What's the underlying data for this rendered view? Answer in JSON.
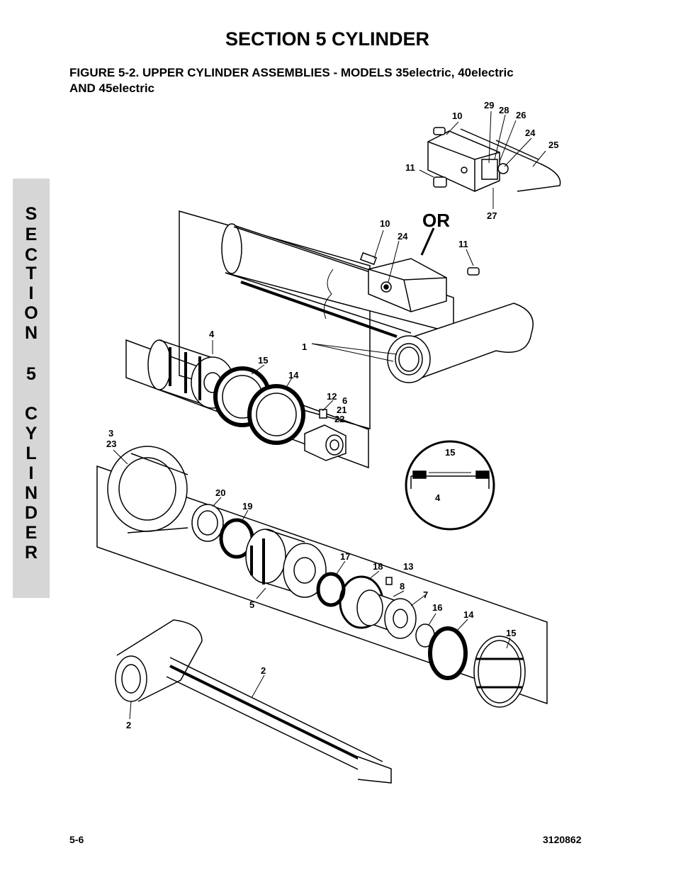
{
  "header": {
    "section_title": "SECTION 5  CYLINDER",
    "figure_line1": "FIGURE 5-2.   UPPER CYLINDER ASSEMBLIES - MODELS 35electric, 40electric",
    "figure_line2": "AND 45electric"
  },
  "side_tab": {
    "letters": [
      "S",
      "E",
      "C",
      "T",
      "I",
      "O",
      "N",
      "",
      "5",
      "",
      "C",
      "Y",
      "L",
      "I",
      "N",
      "D",
      "E",
      "R"
    ]
  },
  "diagram": {
    "or_label": "OR",
    "callouts": [
      "29",
      "28",
      "10",
      "26",
      "24",
      "25",
      "11",
      "27",
      "10",
      "24",
      "11",
      "1",
      "4",
      "15",
      "14",
      "12",
      "6",
      "21",
      "22",
      "3",
      "23",
      "15",
      "4",
      "20",
      "19",
      "17",
      "18",
      "13",
      "8",
      "7",
      "5",
      "16",
      "14",
      "15",
      "2",
      "2"
    ]
  },
  "footer": {
    "page_number": "5-6",
    "doc_number": "3120862"
  }
}
